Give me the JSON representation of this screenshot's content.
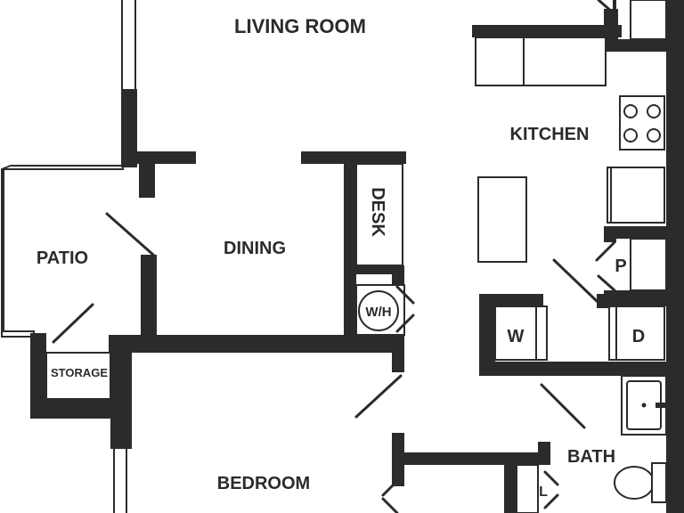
{
  "rooms": {
    "living_room": "LIVING ROOM",
    "kitchen": "KITCHEN",
    "patio": "PATIO",
    "dining": "DINING",
    "desk": "DESK",
    "water_heater": "W/H",
    "storage": "STORAGE",
    "pantry": "P",
    "washer": "W",
    "dryer": "D",
    "bath": "BATH",
    "linen": "L",
    "bedroom": "BEDROOM"
  },
  "colors": {
    "wall": "#2b2b2b",
    "background": "#ffffff"
  }
}
